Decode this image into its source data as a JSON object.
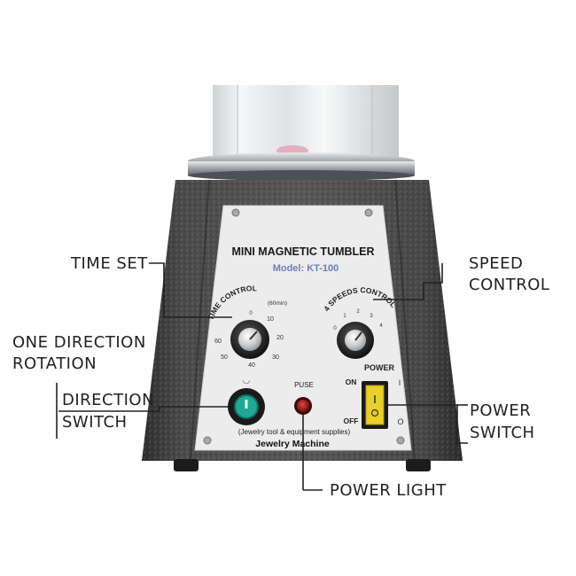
{
  "callouts": {
    "time_set": "TIME SET",
    "speed_control": [
      "SPEED",
      "CONTROL"
    ],
    "one_direction": [
      "ONE DIRECTION",
      "ROTATION"
    ],
    "direction_switch": [
      "DIRECTION",
      "SWITCH"
    ],
    "power_switch": [
      "POWER",
      "SWITCH"
    ],
    "power_light": "POWER LIGHT"
  },
  "panel": {
    "title": "MINI MAGNETIC TUMBLER",
    "model": "Model: KT-100",
    "time_control": "TIME CONTROL",
    "time_unit": "(60min)",
    "time_marks": [
      "60",
      "50",
      "40",
      "30",
      "20",
      "10",
      "0"
    ],
    "speeds_control": "4 SPEEDS CONTROL",
    "speed_marks": [
      "0",
      "1",
      "2",
      "3",
      "4"
    ],
    "power": "POWER",
    "on": "ON",
    "off": "OFF",
    "pilot": "PUSE",
    "tagline": "(Jewelry tool & equipment supplies)",
    "brand": "Jewelry Machine"
  },
  "colors": {
    "body": "#3d3d3d",
    "panel": "#ececec",
    "direction_switch": "#20a896",
    "power_switch": "#e8cf2a",
    "power_light": "#a01818"
  }
}
